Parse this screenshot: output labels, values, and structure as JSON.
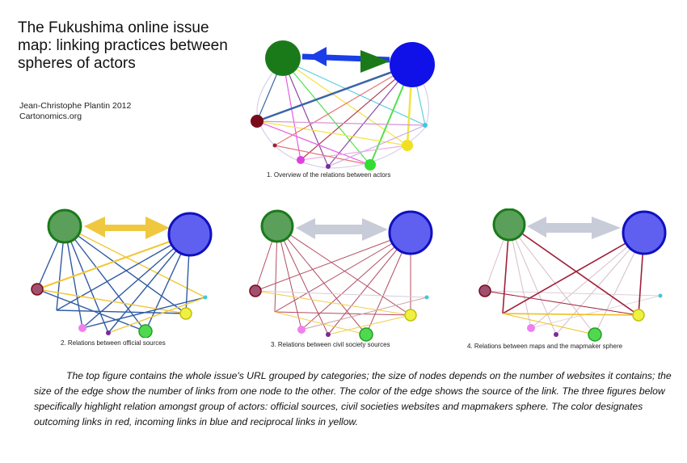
{
  "title": "The Fukushima online issue map: linking practices between spheres of actors",
  "author": "Jean-Christophe Plantin 2012",
  "site": "Cartonomics.org",
  "captions": [
    "1. Overview of the relations between actors",
    "2. Relations between official sources",
    "3. Relations between civil society sources",
    "4. Relations between maps and the mapmaker sphere"
  ],
  "description": "The top figure contains the whole issue's URL grouped by categories; the size of nodes depends on the number of websites it contains; the size of the edge show the number of links from one node to the other. The color of the edge shows the source of the link. The three figures below specifically highlight relation amongst group of actors: official sources, civil societies websites and mapmakers sphere. The color designates outcoming links in red, incoming links in blue and reciprocal links in yellow.",
  "colors": {
    "green_node": "#1a7a1a",
    "blue_node": "#1010e8",
    "maroon_node": "#7a0a1a",
    "pink_node": "#e040e0",
    "purple_node": "#7a2a9a",
    "lime_node": "#30dd30",
    "yellow_node": "#f0e020",
    "cyan_node": "#40c8d8",
    "outgoing": "#a0203a",
    "incoming": "#1a4a9a",
    "reciprocal": "#f0c020"
  }
}
